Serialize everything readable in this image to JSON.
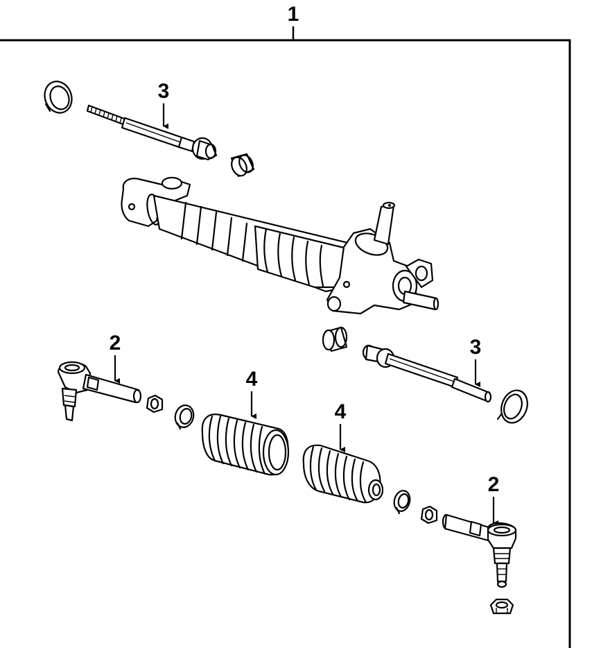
{
  "callouts": {
    "assembly": "1",
    "tie_rod_end_left": "2",
    "tie_rod_end_right": "2",
    "inner_tie_rod_upper": "3",
    "inner_tie_rod_lower": "3",
    "boot_left": "4",
    "boot_right": "4"
  },
  "colors": {
    "line": "#000000",
    "background": "#ffffff"
  }
}
